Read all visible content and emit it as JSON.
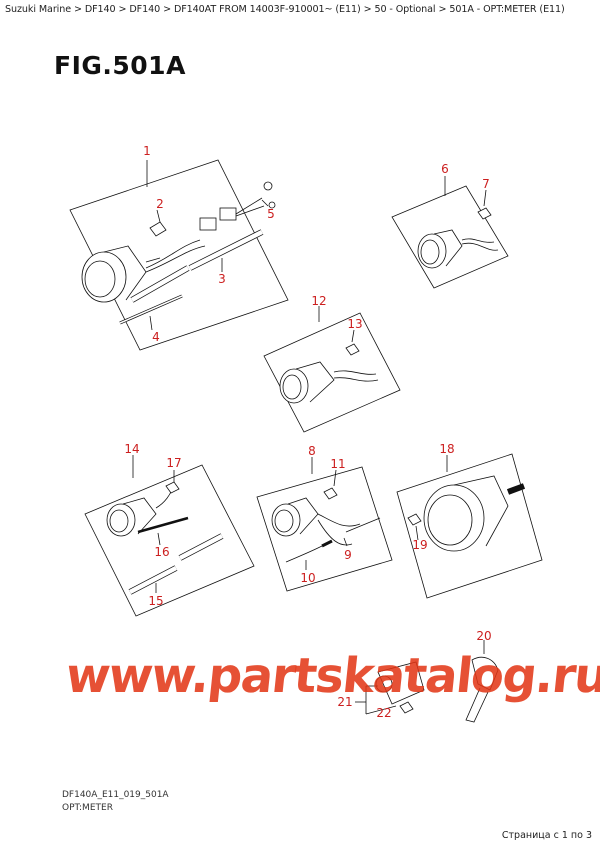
{
  "breadcrumb": "Suzuki Marine > DF140 > DF140 > DF140AT FROM 14003F-910001~ (E11) > 50 - Optional > 501A - OPT:METER (E11)",
  "figure_title": "FIG.501A",
  "callouts": [
    "1",
    "2",
    "3",
    "4",
    "5",
    "6",
    "7",
    "8",
    "9",
    "10",
    "11",
    "12",
    "13",
    "14",
    "15",
    "16",
    "17",
    "18",
    "19",
    "20",
    "21",
    "22"
  ],
  "diagram_code": "DF140A_E11_019_501A",
  "diagram_subtitle": "OPT:METER",
  "pager": "Страница с 1 по 3",
  "watermark": "www.partskatalog.ru",
  "colors": {
    "callout": "#cc1f1f",
    "watermark": "#e23414",
    "line": "#111111"
  }
}
